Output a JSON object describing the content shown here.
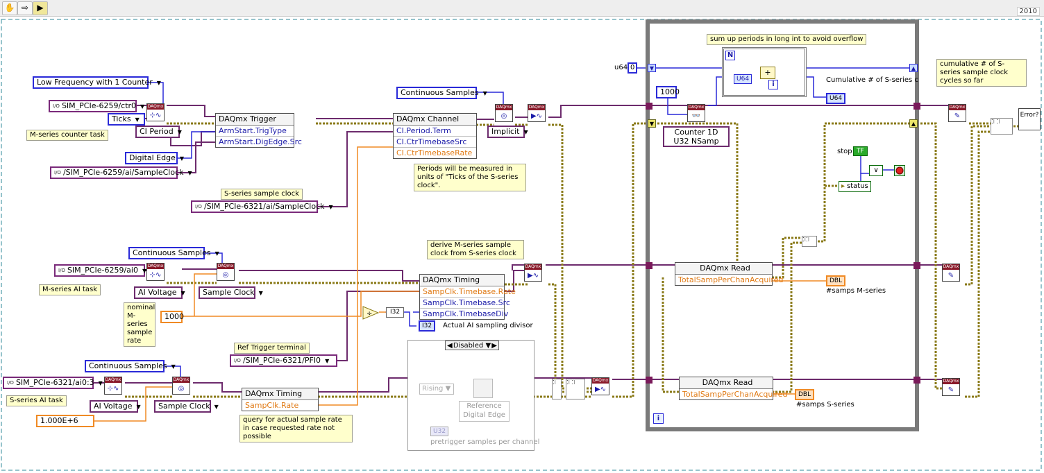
{
  "toolbar": {
    "buttons": [
      "hand-tool-icon",
      "arrow-icon",
      "run-icon"
    ],
    "year": "2010"
  },
  "constants": {
    "low_freq": "Low Frequency with 1 Counter",
    "ctr0": "SIM_PCIe-6259/ctr0",
    "ticks": "Ticks",
    "ci_period": "CI Period",
    "digital_edge": "Digital Edge",
    "m_samp_clk": "/SIM_PCIe-6259/ai/SampleClock",
    "s_samp_clk": "/SIM_PCIe-6321/ai/SampleClock",
    "continuous_1": "Continuous Samples",
    "continuous_2": "Continuous Samples",
    "continuous_3": "Continuous Samples",
    "m_ai0": "SIM_PCIe-6259/ai0",
    "ai_voltage_1": "AI Voltage",
    "sample_clock_1": "Sample Clock",
    "rate_1000": "1000",
    "s_ai": "SIM_PCIe-6321/ai0:3",
    "ai_voltage_2": "AI Voltage",
    "sample_clock_2": "Sample Clock",
    "rate_1e6": "1.000E+6",
    "pfi0": "/SIM_PCIe-6321/PFI0",
    "implicit": "Implicit",
    "u64_label": "u64",
    "zero": "0",
    "n_1000": "1000",
    "counter_read": "Counter 1D U32 NSamp"
  },
  "notes": {
    "m_counter_task": "M-series counter task",
    "s_samp_clock": "S-series sample clock",
    "m_ai_task": "M-series AI task",
    "nominal": "nominal M-series sample rate",
    "s_ai_task": "S-series AI task",
    "ref_trigger": "Ref Trigger terminal",
    "query_rate": "query for actual sample rate in case requested rate not possible",
    "periods": "Periods will be measured in units of \"Ticks of the S-series clock\".",
    "derive": "derive M-series sample clock from S-series clock",
    "sum_periods": "sum up periods in long int to avoid overflow",
    "cumulative_note": "cumulative # of S-series sample clock cycles so far"
  },
  "nodes": {
    "trigger": {
      "title": "DAQmx Trigger",
      "rows": [
        "ArmStart.TrigType",
        "ArmStart.DigEdge.Src"
      ]
    },
    "channel": {
      "title": "DAQmx Channel",
      "rows": [
        "CI.Period.Term",
        "CI.CtrTimebaseSrc",
        "CI.CtrTimebaseRate"
      ]
    },
    "timing_m": {
      "title": "DAQmx Timing",
      "rows": [
        "SampClk.Timebase.Rate",
        "SampClk.Timebase.Src",
        "SampClk.TimebaseDiv"
      ]
    },
    "timing_s": {
      "title": "DAQmx Timing",
      "rows": [
        "SampClk.Rate"
      ]
    },
    "read_m": {
      "title": "DAQmx Read",
      "rows": [
        "TotalSampPerChanAcquired"
      ]
    },
    "read_s": {
      "title": "DAQmx Read",
      "rows": [
        "TotalSampPerChanAcquired"
      ]
    }
  },
  "labels": {
    "i32": "I32",
    "i32_ind": "I32",
    "actual_divisor": "Actual AI sampling divisor",
    "disabled": "Disabled",
    "rising": "Rising",
    "ref_digital_edge": "Reference Digital Edge",
    "u32": "U32",
    "pretrigger": "pretrigger samples per channel",
    "n_term": "N",
    "i_term": "i",
    "i_outer": "i",
    "u64_ind": "U64",
    "cumulative": "Cumulative # of S-series c",
    "u64_ind2": "U64",
    "stop": "stop",
    "tf": "TF",
    "status": "status",
    "dbl_1": "DBL",
    "dbl_2": "DBL",
    "samps_m": "#samps M-series",
    "samps_s": "#samps S-series",
    "error_icon": "Error"
  },
  "colors": {
    "wire_purple": "#6d2b6d",
    "wire_blue": "#2a2ad8",
    "wire_orange": "#f08a24",
    "wire_error": "#c8b400",
    "loop_border": "#7a7a7a"
  }
}
